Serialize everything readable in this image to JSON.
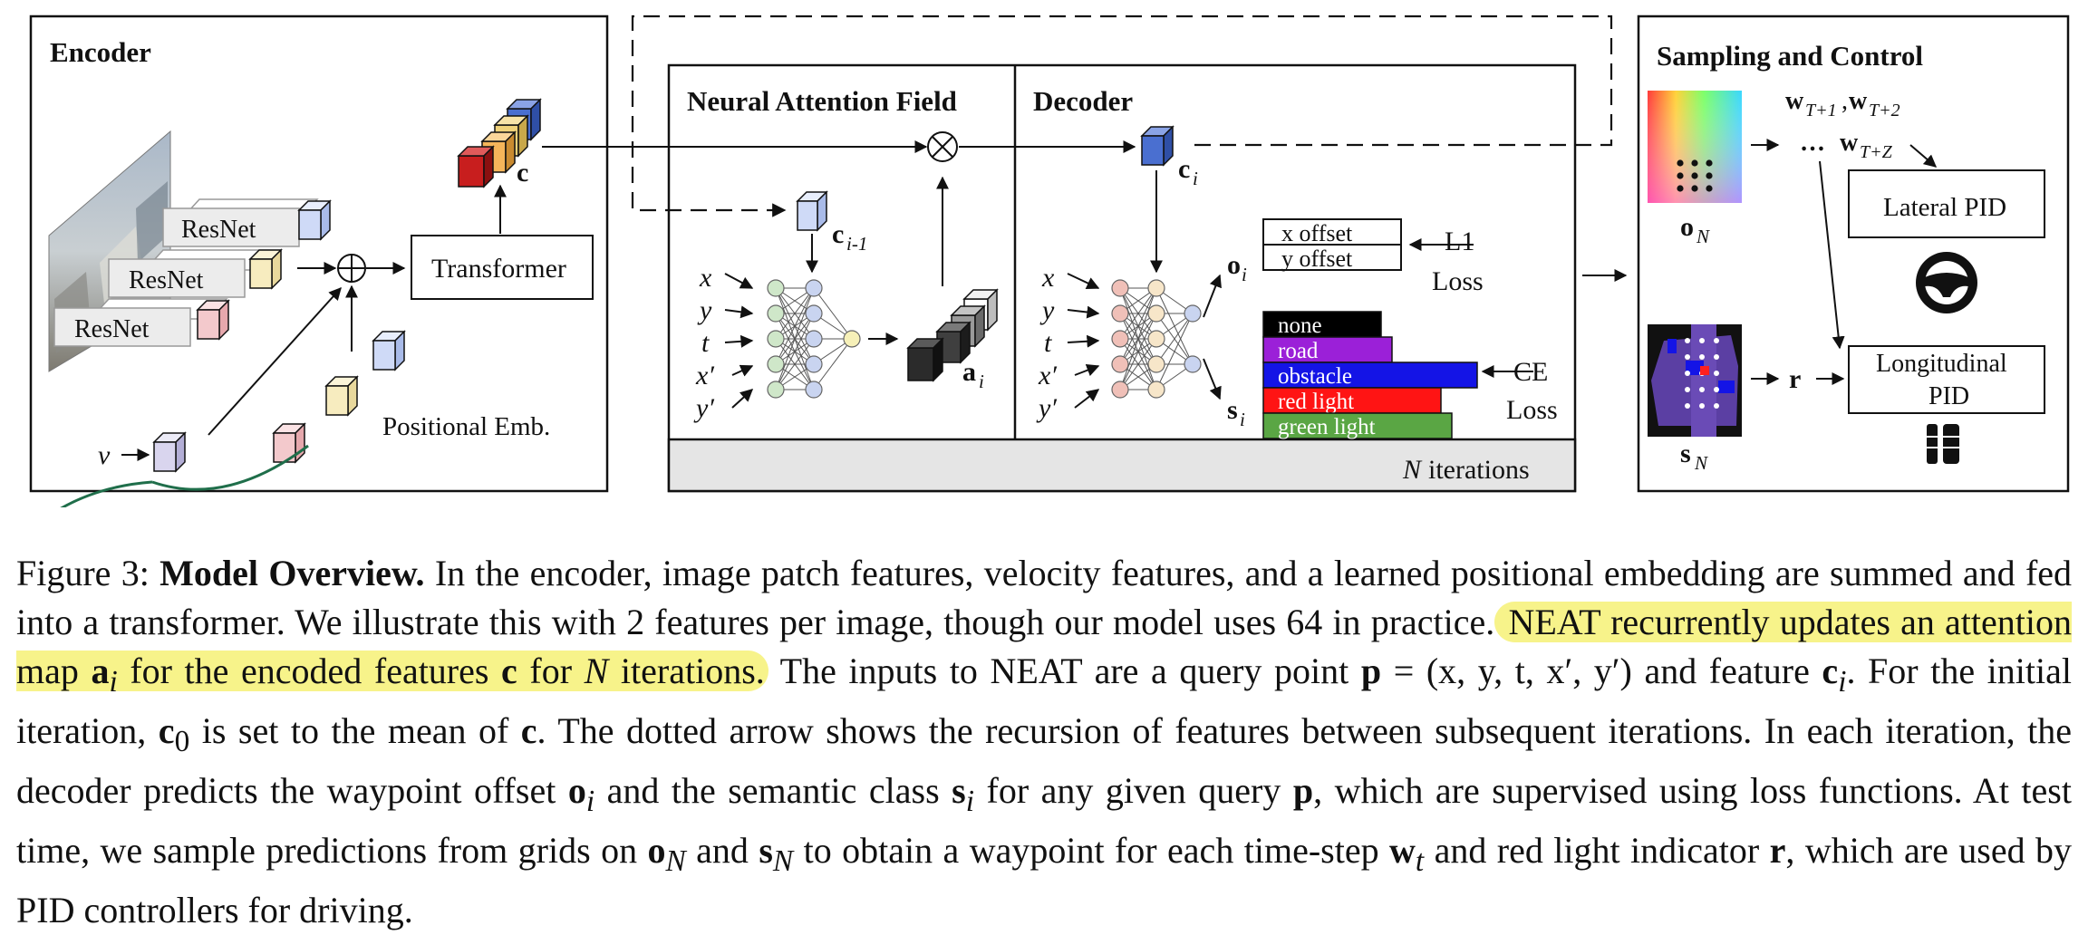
{
  "encoder": {
    "title": "Encoder",
    "resnet_labels": [
      "ResNet",
      "ResNet",
      "ResNet"
    ],
    "transformer_label": "Transformer",
    "feature_label": "c",
    "velocity_label": "v",
    "positional_label": "Positional Emb."
  },
  "naf": {
    "title": "Neural Attention Field",
    "feature_label": "c",
    "feature_sub": "i-1",
    "inputs": [
      "x",
      "y",
      "t",
      "x′",
      "y′"
    ],
    "attention_label": "a",
    "attention_sub": "i"
  },
  "decoder": {
    "title": "Decoder",
    "feature_label": "c",
    "feature_sub": "i",
    "inputs": [
      "x",
      "y",
      "t",
      "x′",
      "y′"
    ],
    "offset_out": "o",
    "offset_sub": "i",
    "semantic_out": "s",
    "semantic_sub": "i",
    "offsets": [
      "x offset",
      "y offset"
    ],
    "l1_loss": [
      "L1",
      "Loss"
    ],
    "classes": [
      {
        "label": "none",
        "color": "#000000",
        "value": 0.55
      },
      {
        "label": "road",
        "color": "#9b20d8",
        "value": 0.6
      },
      {
        "label": "obstacle",
        "color": "#1414e6",
        "value": 1.0
      },
      {
        "label": "red light",
        "color": "#ff1414",
        "value": 0.83
      },
      {
        "label": "green light",
        "color": "#5aa644",
        "value": 0.88
      }
    ],
    "ce_loss": [
      "CE",
      "Loss"
    ],
    "iterations_var": "N",
    "iterations_label": "iterations"
  },
  "sampling": {
    "title": "Sampling and Control",
    "waypoints_line1": {
      "w1": "w",
      "s1": "T+1",
      "sep": ",",
      "w2": "w",
      "s2": "T+2"
    },
    "waypoints_line2": {
      "dots": "…",
      "w": "w",
      "s": "T+Z"
    },
    "offset_grid_label": "o",
    "offset_grid_sub": "N",
    "semantic_grid_label": "s",
    "semantic_grid_sub": "N",
    "red_light_label": "r",
    "lateral_pid": "Lateral PID",
    "longitudinal_pid": [
      "Longitudinal",
      "PID"
    ]
  },
  "caption": {
    "figure_num": "Figure 3:",
    "heading": "Model Overview.",
    "part1": " In the encoder, image patch features, velocity features, and a learned positional embedding are summed and fed into a transformer. We illustrate this with 2 features per image, though our model uses 64 in practice.",
    "highlight": {
      "a": " NEAT recurrently updates an attention map ",
      "a_sym": "a",
      "a_sub": "i",
      "b": " for the encoded features ",
      "c_sym": "c",
      "c": " for ",
      "n_sym": "N",
      "d": " iterations."
    },
    "part2a": " The inputs to NEAT are a query point ",
    "p_sym": "p",
    "p_eq": " = (x, y, t, x′, y′)",
    "part2b": " and feature ",
    "ci_sym": "c",
    "ci_sub": "i",
    "part2c": ". For the initial iteration, ",
    "c0_sym": "c",
    "c0_sub": "0",
    "part2d": " is set to the mean of ",
    "c_sym2": "c",
    "part2e": ". The dotted arrow shows the recursion of features between subsequent iterations. In each iteration, the decoder predicts the waypoint offset ",
    "oi_sym": "o",
    "oi_sub": "i",
    "part2f": " and the semantic class ",
    "si_sym": "s",
    "si_sub": "i",
    "part2g": " for any given query ",
    "p_sym2": "p",
    "part2h": ", which are supervised using loss functions. At test time, we sample predictions from grids on ",
    "on_sym": "o",
    "on_sub": "N",
    "part2i": " and ",
    "sn_sym": "s",
    "sn_sub": "N",
    "part2j": " to obtain a waypoint for each time-step ",
    "wt_sym": "w",
    "wt_sub": "t",
    "part2k": " and red light indicator ",
    "r_sym": "r",
    "part2l": ", which are used by PID controllers for driving."
  },
  "colors": {
    "feature_red": "#c81e1e",
    "feature_yellow": "#f0d27a",
    "feature_blue": "#4a6fd0",
    "feature_light_blue": "#cfdaf7",
    "feature_light_yellow": "#f7ecbf",
    "feature_pink": "#f3c9cc",
    "feature_lavender": "#d9d5ee",
    "highlight": "#f7f38a",
    "annotation_green": "#1f6e4a",
    "iter_band": "#e5e5e5"
  }
}
